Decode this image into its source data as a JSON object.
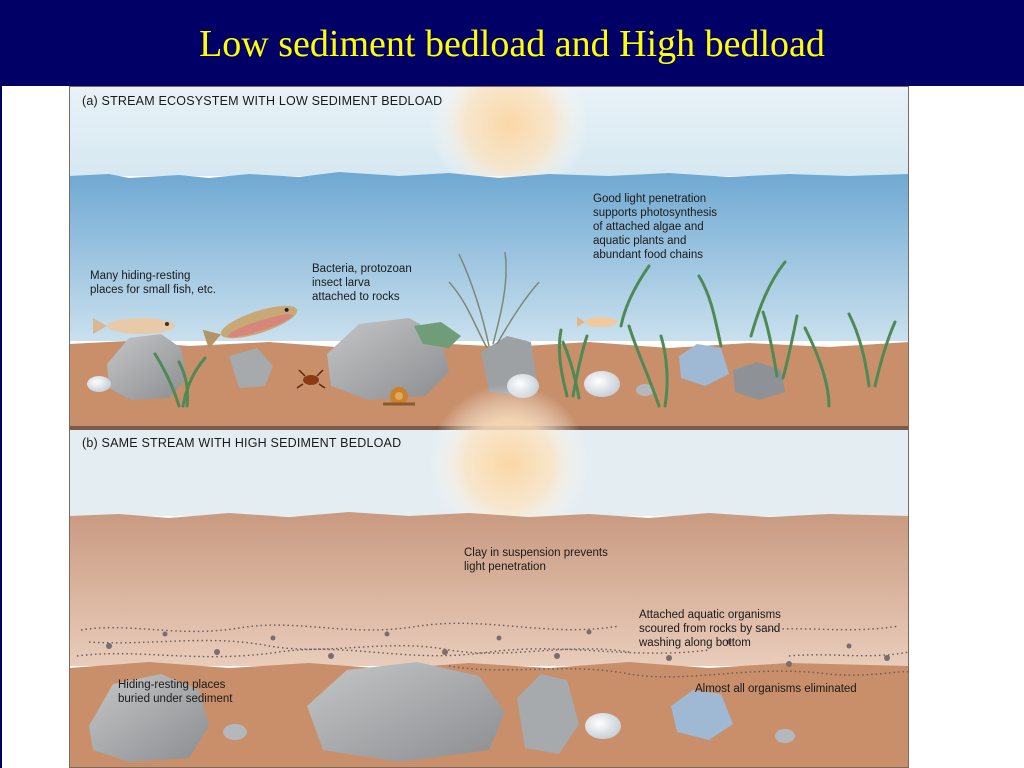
{
  "slide": {
    "title": "Low sediment bedload and High bedload",
    "colors": {
      "title_bar": "#000066",
      "title_text": "#ffff00"
    }
  },
  "figure": {
    "panel_a": {
      "heading": "(a) STREAM ECOSYSTEM WITH LOW SEDIMENT BEDLOAD",
      "labels": {
        "hiding_places": "Many hiding-resting\nplaces for small fish, etc.",
        "bacteria": "Bacteria, protozoan\ninsect larva\nattached to rocks",
        "light": "Good light penetration\nsupports photosynthesis\nof attached algae and\naquatic plants and\nabundant food chains"
      },
      "colors": {
        "sky": "#dcecf4",
        "water": "#7fb2d6",
        "bed": "#c88f6a"
      }
    },
    "panel_b": {
      "heading": "(b) SAME STREAM WITH HIGH SEDIMENT BEDLOAD",
      "labels": {
        "clay": "Clay in suspension prevents\nlight penetration",
        "scoured": "Attached aquatic organisms\nscoured from rocks by sand\nwashing along bottom",
        "buried": "Hiding-resting places\nburied under sediment",
        "eliminated": "Almost all organisms eliminated"
      },
      "colors": {
        "sky": "#e4edf2",
        "water": "#ddb8a2",
        "bed": "#c88f6a"
      }
    }
  }
}
